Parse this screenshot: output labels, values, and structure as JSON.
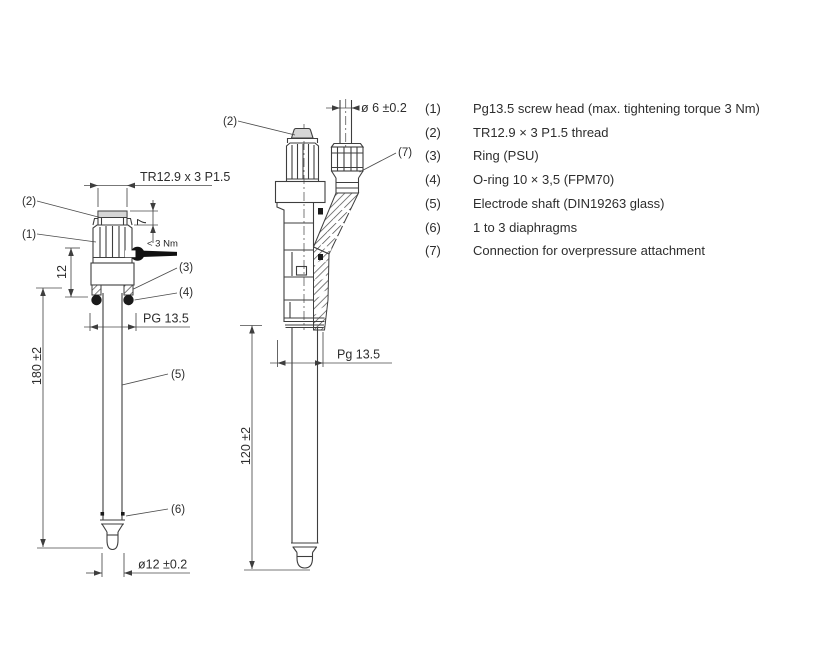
{
  "drawing": {
    "colors": {
      "line": "#3e3e3e",
      "text": "#2d2d2d",
      "cap_gray": "#d6d6d6",
      "seal_black": "#1a1a1a"
    },
    "left_view": {
      "labels": {
        "thread_dim": "TR12.9 x 3 P1.5",
        "dim_7": "7",
        "torque": "< 3 Nm",
        "dim_12": "12",
        "pg_dim": "PG 13.5",
        "dim_180": "180 ±2",
        "dia_12": "ø12 ±0.2",
        "ref1": "(1)",
        "ref2": "(2)",
        "ref3": "(3)",
        "ref4": "(4)",
        "ref5": "(5)",
        "ref6": "(6)"
      }
    },
    "right_view": {
      "labels": {
        "dia_6": "ø 6 ±0.2",
        "pg_dim": "Pg 13.5",
        "dim_120": "120 ±2",
        "ref2": "(2)",
        "ref7": "(7)"
      }
    }
  },
  "legend": {
    "items": [
      {
        "num": "(1)",
        "text": "Pg13.5 screw head (max. tightening torque 3 Nm)"
      },
      {
        "num": "(2)",
        "text": "TR12.9 × 3 P1.5 thread"
      },
      {
        "num": "(3)",
        "text": "Ring (PSU)"
      },
      {
        "num": "(4)",
        "text": "O-ring 10 × 3,5 (FPM70)"
      },
      {
        "num": "(5)",
        "text": "Electrode shaft (DIN19263 glass)"
      },
      {
        "num": "(6)",
        "text": "1 to 3 diaphragms"
      },
      {
        "num": "(7)",
        "text": "Connection for overpressure attachment"
      }
    ]
  }
}
